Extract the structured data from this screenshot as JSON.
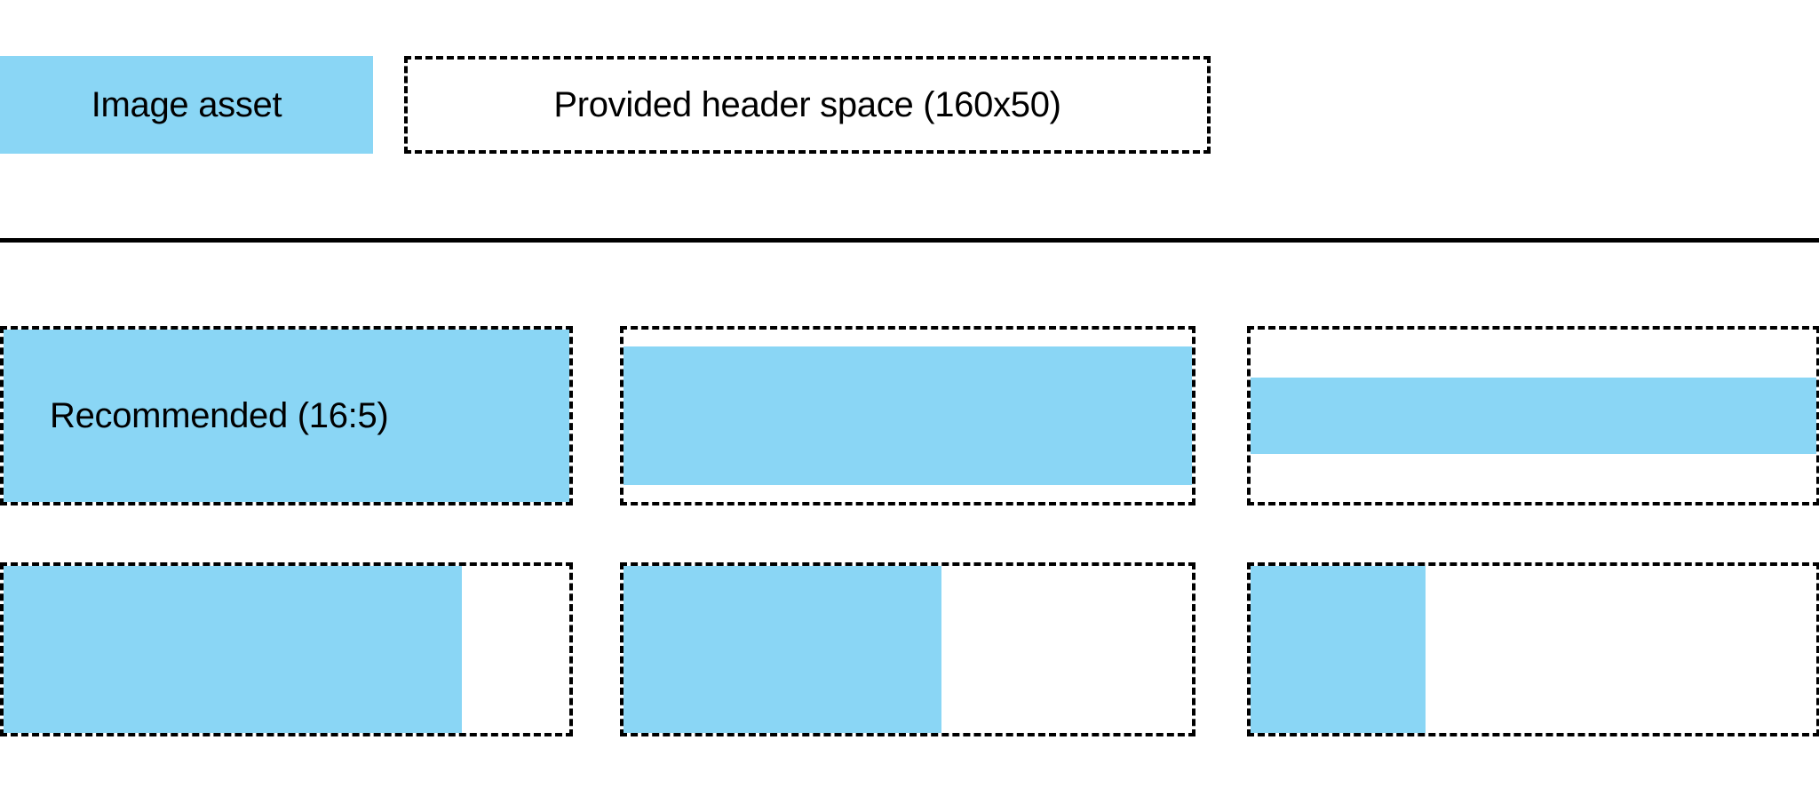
{
  "page": {
    "title": "Image asset sizing guidance",
    "background": "#ffffff",
    "accent_blue": "#8ad6f5",
    "outline_color": "#000000"
  },
  "legend": {
    "swatch_label": "Image asset",
    "header_space_label": "Provided header space (160x50)"
  },
  "divider": {
    "present": true
  },
  "examples": {
    "rows": [
      {
        "row_name": "full-height-variants",
        "cells": [
          {
            "name": "recommended-16-5",
            "label": "Recommended (16:5)",
            "fill_width_pct": 100,
            "fill_height_pct": 100
          },
          {
            "name": "shorter-fill",
            "label": "",
            "fill_width_pct": 100,
            "fill_height_pct": 80
          },
          {
            "name": "thin-band-fill",
            "label": "",
            "fill_width_pct": 100,
            "fill_height_pct": 44
          }
        ]
      },
      {
        "row_name": "partial-width-variants",
        "cells": [
          {
            "name": "wide-partial-fill",
            "label": "",
            "fill_width_pct": 81,
            "fill_height_pct": 100
          },
          {
            "name": "medium-partial-fill",
            "label": "",
            "fill_width_pct": 56,
            "fill_height_pct": 100
          },
          {
            "name": "narrow-partial-fill",
            "label": "",
            "fill_width_pct": 31,
            "fill_height_pct": 100
          }
        ]
      }
    ]
  }
}
